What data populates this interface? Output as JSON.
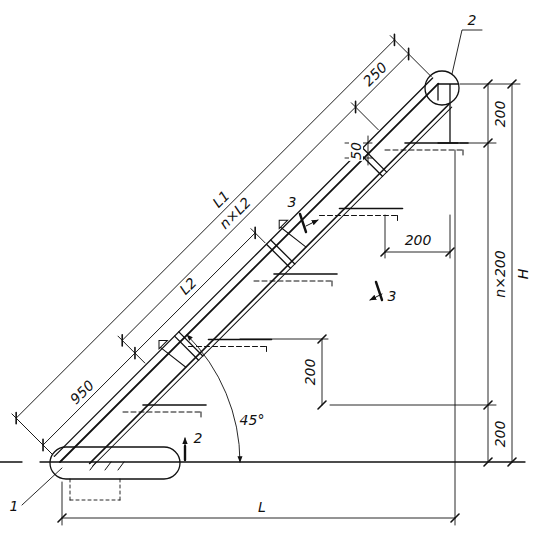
{
  "diagram": {
    "labels": [
      "L1",
      "n×L2",
      "L2",
      "250",
      "950",
      "2",
      "200",
      "50",
      "3",
      "200",
      "3",
      "n×200",
      "H",
      "200",
      "200",
      "2",
      "45°",
      "1",
      "L"
    ]
  }
}
